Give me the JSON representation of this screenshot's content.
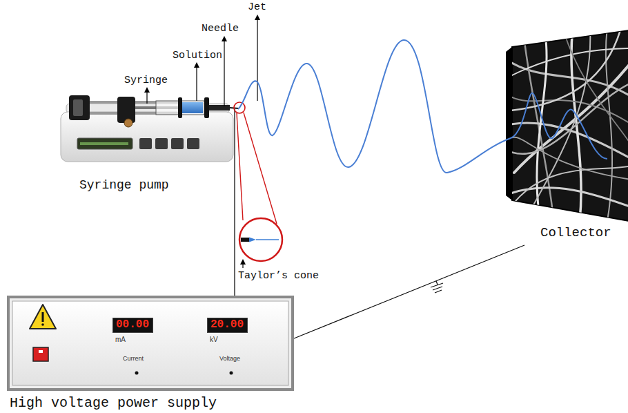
{
  "diagram": {
    "nodes": [
      {
        "text": [
          "Syringe pump"
        ]
      },
      {
        "text": [
          "Collector"
        ]
      },
      {
        "text": [
          "High voltage power supply",
          "mA",
          "kV",
          "Current",
          "Voltage"
        ]
      },
      {
        "text": [
          "00.00"
        ],
        "in": 2
      },
      {
        "text": [
          "20.00"
        ],
        "in": 2
      }
    ],
    "edges": [
      {
        "from": 2,
        "to": 0,
        "arrow": "none"
      },
      {
        "from": 2,
        "to": 1,
        "arrow": "none"
      }
    ],
    "labels": [
      "Jet",
      "Needle",
      "Solution",
      "Syringe",
      "Taylor’s cone"
    ]
  }
}
